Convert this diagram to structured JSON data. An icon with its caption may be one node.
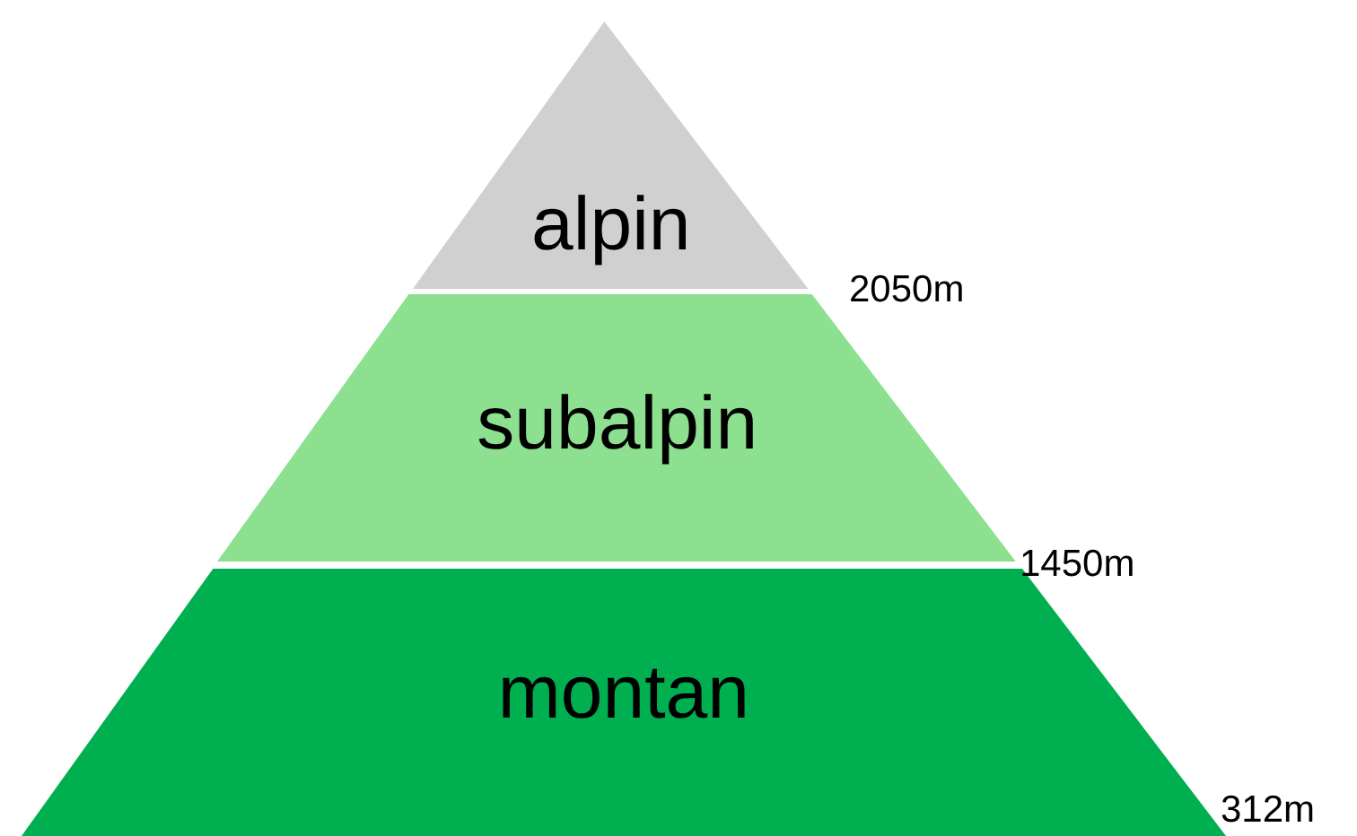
{
  "diagram": {
    "nodes": [
      {
        "text": [
          "alpin"
        ]
      },
      {
        "text": [
          "subalpin"
        ]
      },
      {
        "text": [
          "montan"
        ]
      }
    ],
    "labels": [
      "2050m",
      "1450m",
      "312m"
    ]
  }
}
